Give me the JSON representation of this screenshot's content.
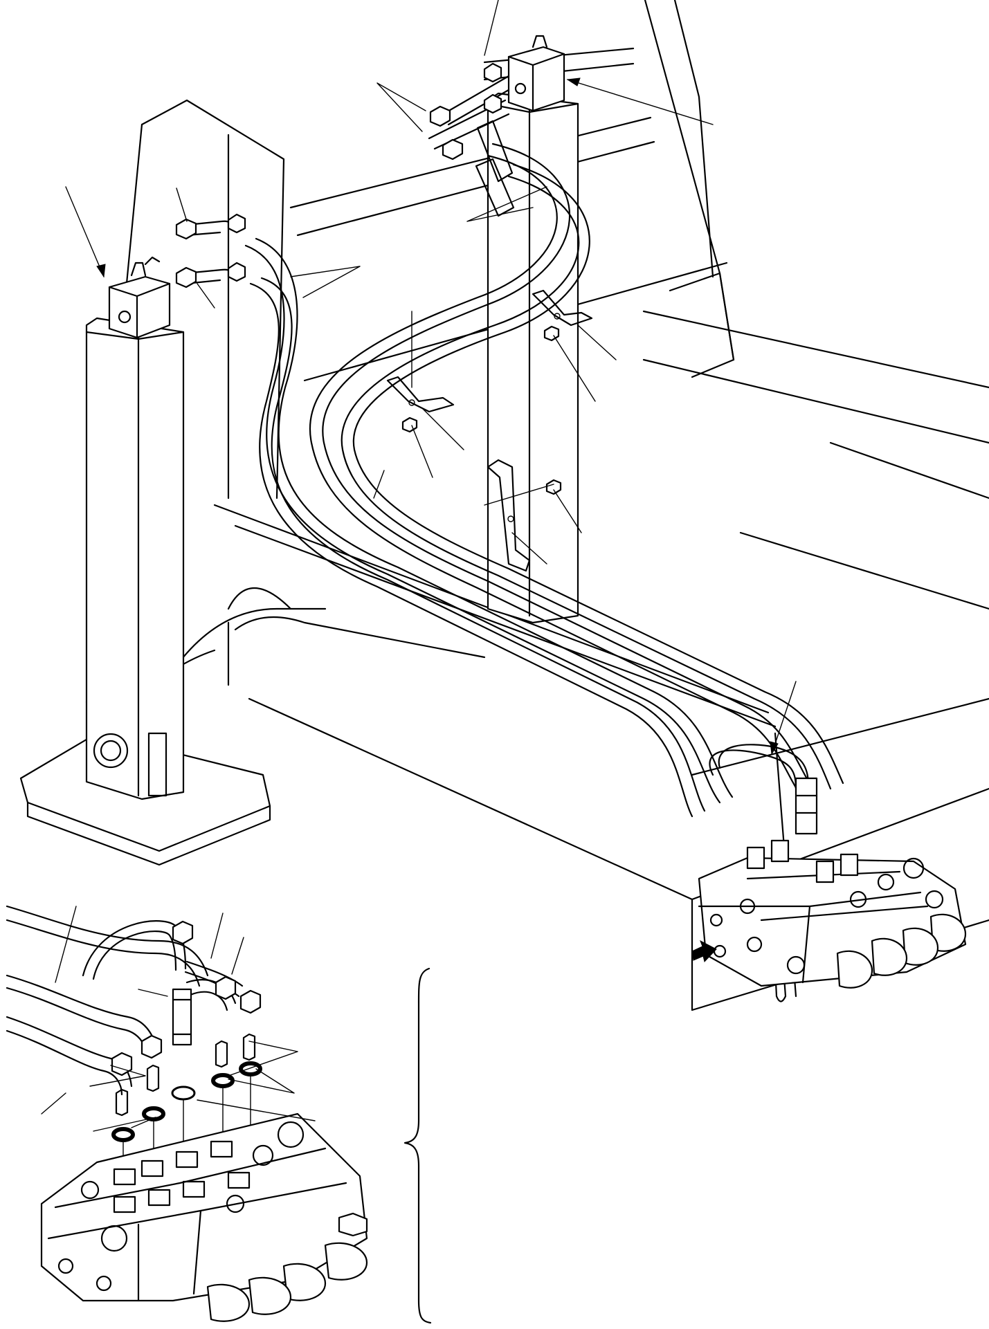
{
  "figure": {
    "kind": "exploded parts drawing",
    "printed_text": "",
    "callouts_printed": false,
    "colors": {
      "line": "#000000",
      "background": "#ffffff"
    }
  },
  "assemblies": [
    {
      "id": "left-lift-cylinder"
    },
    {
      "id": "right-lift-cylinder"
    },
    {
      "id": "hose-bundle"
    },
    {
      "id": "control-valve"
    },
    {
      "id": "hose-clamps"
    },
    {
      "id": "valve-detail-view"
    }
  ]
}
